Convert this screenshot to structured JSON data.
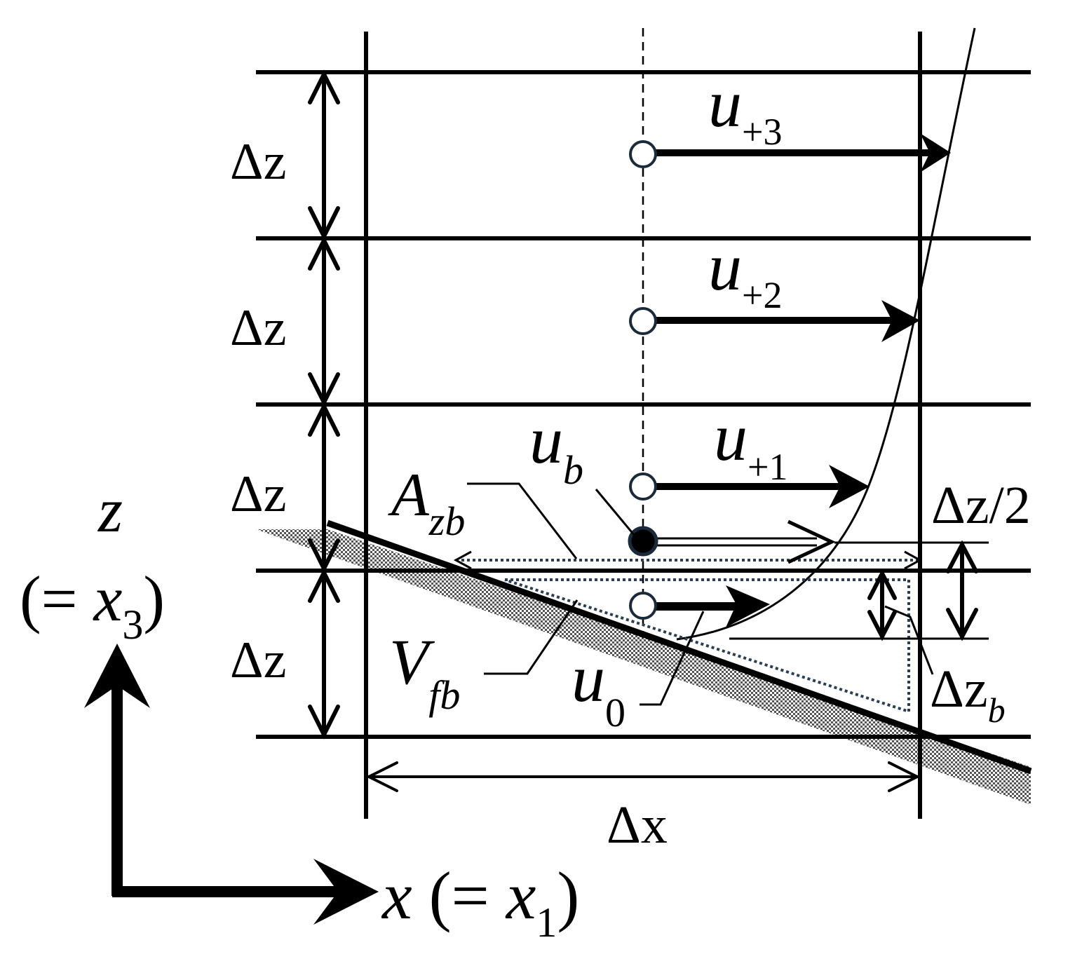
{
  "labels": {
    "u_plus3": {
      "main": "u",
      "sub": "+3"
    },
    "u_plus2": {
      "main": "u",
      "sub": "+2"
    },
    "u_plus1": {
      "main": "u",
      "sub": "+1"
    },
    "u_b": {
      "main": "u",
      "sub": "b"
    },
    "u_0": {
      "main": "u",
      "sub": "0"
    },
    "A_zb": {
      "main": "A",
      "sub": "zb"
    },
    "V_fb": {
      "main": "V",
      "sub": "fb"
    },
    "dz": "Δz",
    "dz_half": "Δz/2",
    "dz_b": {
      "main": "Δz",
      "sub": "b"
    },
    "dx": "Δx",
    "z_axis": {
      "line1": "z",
      "line2_open": "(= ",
      "var": "x",
      "sub": "3",
      "line2_close": ")"
    },
    "x_axis": {
      "var": "x",
      "open": " (= ",
      "var2": "x",
      "sub": "1",
      "close": ")"
    }
  },
  "colors": {
    "ink": "#000000",
    "node_stroke": "#1b2a3a",
    "dotted": "#2a3f55",
    "hatch": "#555555"
  }
}
